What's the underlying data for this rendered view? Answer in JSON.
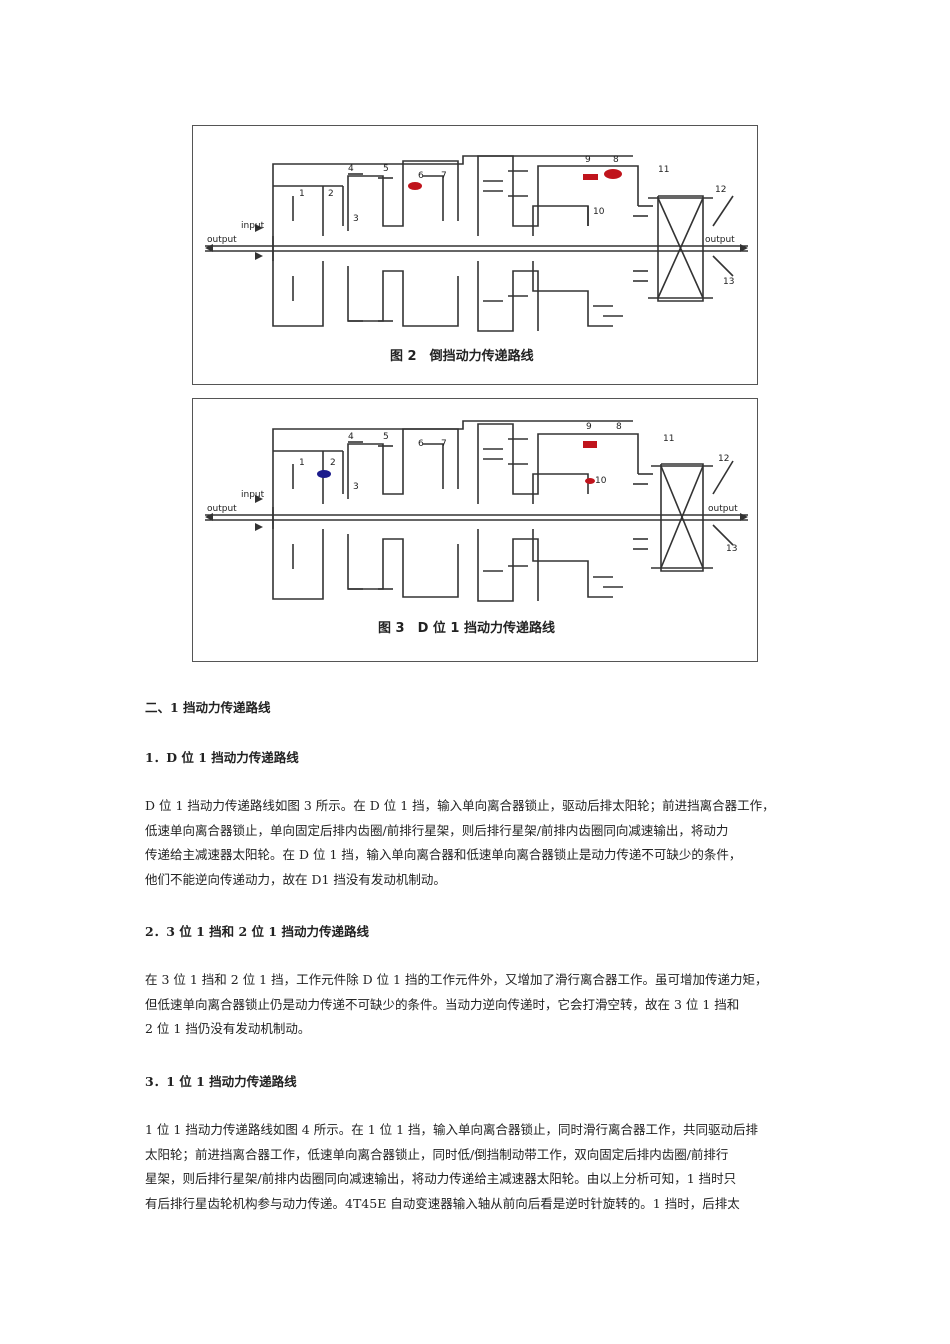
{
  "figures": [
    {
      "caption": "图 2　倒挡动力传递路线",
      "labels": {
        "input": "input",
        "output_left": "output",
        "output_right": "output",
        "n1": "1",
        "n2": "2",
        "n3": "3",
        "n4": "4",
        "n5": "5",
        "n6": "6",
        "n7": "7",
        "n8": "8",
        "n9": "9",
        "n10": "10",
        "n11": "11",
        "n12": "12",
        "n13": "13"
      },
      "highlight_color": "#c0141c"
    },
    {
      "caption": "图 3　D 位 1 挡动力传递路线",
      "labels": {
        "input": "input",
        "output_left": "output",
        "output_right": "output",
        "n1": "1",
        "n2": "2",
        "n3": "3",
        "n4": "4",
        "n5": "5",
        "n6": "6",
        "n7": "7",
        "n8": "8",
        "n9": "9",
        "n10": "10",
        "n11": "11",
        "n12": "12",
        "n13": "13"
      },
      "highlight_color": "#c0141c",
      "highlight_color_2": "#1c1c8c"
    }
  ],
  "section_title": "二、1 挡动力传递路线",
  "sub1": {
    "title": "1．D 位 1 挡动力传递路线",
    "lines": [
      "D 位 1 挡动力传递路线如图 3 所示。在 D 位 1 挡，输入单向离合器锁止，驱动后排太阳轮；前进挡离合器工作，",
      "低速单向离合器锁止，单向固定后排内齿圈/前排行星架，则后排行星架/前排内齿圈同向减速输出，将动力",
      "传递给主减速器太阳轮。在 D 位 1 挡，输入单向离合器和低速单向离合器锁止是动力传递不可缺少的条件，",
      "他们不能逆向传递动力，故在 D1 挡没有发动机制动。"
    ]
  },
  "sub2": {
    "title": "2．3 位 1 挡和 2 位 1 挡动力传递路线",
    "lines": [
      "在 3 位 1 挡和 2 位 1 挡，工作元件除 D 位 1 挡的工作元件外，又增加了滑行离合器工作。虽可增加传递力矩，",
      "但低速单向离合器锁止仍是动力传递不可缺少的条件。当动力逆向传递时，它会打滑空转，故在 3 位 1 挡和",
      "2 位 1 挡仍没有发动机制动。"
    ]
  },
  "sub3": {
    "title": "3．1 位 1 挡动力传递路线",
    "lines": [
      "1 位 1 挡动力传递路线如图 4 所示。在 1 位 1 挡，输入单向离合器锁止，同时滑行离合器工作，共同驱动后排",
      "太阳轮；前进挡离合器工作，低速单向离合器锁止，同时低/倒挡制动带工作，双向固定后排内齿圈/前排行",
      "星架，则后排行星架/前排内齿圈同向减速输出，将动力传递给主减速器太阳轮。由以上分析可知，1 挡时只",
      "有后排行星齿轮机构参与动力传递。4T45E 自动变速器输入轴从前向后看是逆时针旋转的。1 挡时，后排太"
    ]
  }
}
